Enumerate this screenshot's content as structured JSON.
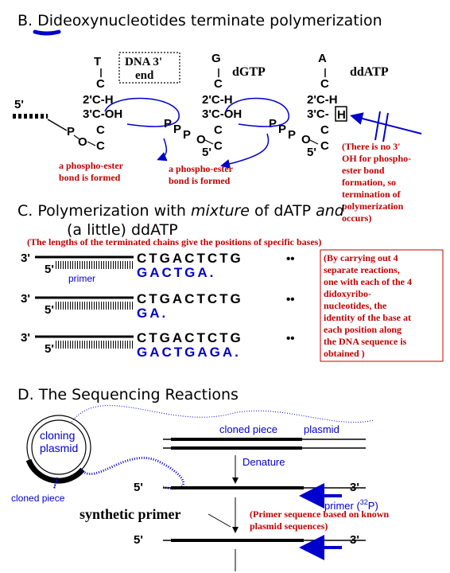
{
  "sectionB": {
    "title_prefix": "B. ",
    "title_dide": "Dide",
    "title_rest": "oxynucleotides terminate polymerization",
    "dna_end_line1": "DNA 3'",
    "dna_end_line2": "end",
    "base_T": "T",
    "base_G": "G",
    "base_A": "A",
    "label_dGTP": "dGTP",
    "label_ddATP": "ddATP",
    "five_prime": "5'",
    "phospho_bond_1": [
      "a phospho-ester",
      "bond is formed"
    ],
    "phospho_bond_2": [
      "a phospho-ester",
      "bond is formed"
    ],
    "no_oh_note": [
      "(There is no 3'",
      "OH for phospho-",
      "ester bond",
      "formation, so",
      "termination of",
      "polymerization",
      "occurs)"
    ]
  },
  "sectionC": {
    "title_a": "C. Polymerization with ",
    "title_mixture": "mixture",
    "title_b": " of dATP ",
    "title_and": "and",
    "title_line2": "(a little) ddATP",
    "note_lengths": "(The lengths of the terminated chains give the positions of specific bases)",
    "template_seq": "CTGACTCTG",
    "dots": "••",
    "primer_label": "primer",
    "three_prime": "3'",
    "five_prime": "5'",
    "products": [
      "GACTGA.",
      "GA.",
      "GACTGAGA."
    ],
    "box_note": [
      "(By carrying out 4",
      "separate reactions,",
      "one with each of the 4",
      "didoxyribo-",
      "nucleotides, the",
      "identity of the base at",
      "each position along",
      "the DNA sequence is",
      "obtained )"
    ]
  },
  "sectionD": {
    "title": "D. The Sequencing Reactions",
    "cloning_plasmid": [
      "cloning",
      "plasmid"
    ],
    "cloned_piece_left": "cloned piece",
    "cloned_piece_top": "cloned piece",
    "plasmid": "plasmid",
    "denature": "Denature",
    "five_prime": "5'",
    "three_prime": "3'",
    "primer_32p_pre": "primer (",
    "primer_32p_sup": "32",
    "primer_32p_post": "P)",
    "synthetic_primer": "synthetic primer",
    "primer_note": [
      "(Primer sequence based on known",
      "plasmid sequences)"
    ]
  },
  "colors": {
    "blue": "#0000cc",
    "red": "#c00000",
    "black": "#000000"
  }
}
